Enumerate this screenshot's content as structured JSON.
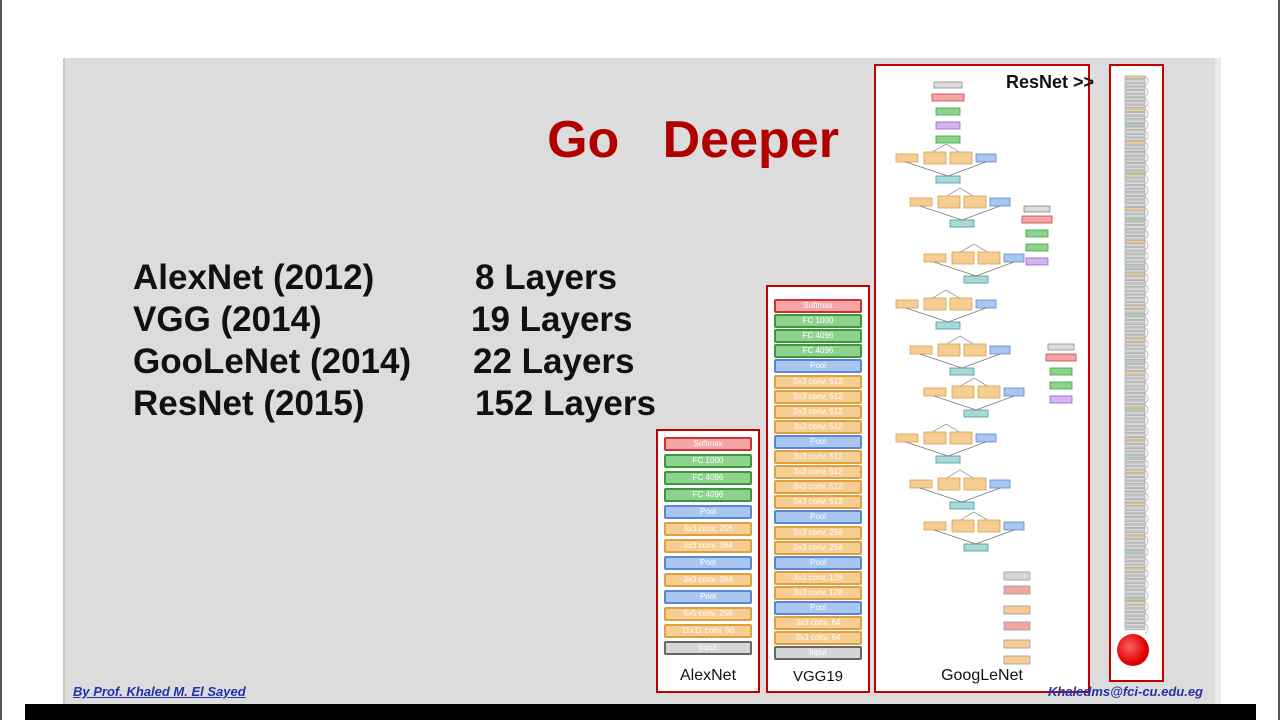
{
  "slide": {
    "title": "Go   Deeper",
    "networks": [
      {
        "name": "AlexNet (2012)",
        "layers": "8 Layers"
      },
      {
        "name": "VGG (2014)",
        "layers": "19 Layers"
      },
      {
        "name": "GooLeNet (2014)",
        "layers": "22 Layers"
      },
      {
        "name": "ResNet (2015)",
        "layers": "152 Layers"
      }
    ],
    "footer_left": "By Prof. Khaled M. El Sayed",
    "footer_right": "Khaledms@fci-cu.edu.eg"
  },
  "diagrams": {
    "alexnet": {
      "label": "AlexNet",
      "layers": [
        "Softmax",
        "FC 1000",
        "FC 4096",
        "FC 4096",
        "Pool",
        "3x3 conv, 256",
        "3x3 conv, 384",
        "Pool",
        "3x3 conv, 384",
        "Pool",
        "5x5 conv, 256",
        "11x11 conv, 96",
        "Input"
      ]
    },
    "vgg19": {
      "label": "VGG19",
      "layers": [
        "Softmax",
        "FC 1000",
        "FC 4096",
        "FC 4096",
        "Pool",
        "3x3 conv, 512",
        "3x3 conv, 512",
        "3x3 conv, 512",
        "3x3 conv, 512",
        "Pool",
        "3x3 conv, 512",
        "3x3 conv, 512",
        "3x3 conv, 512",
        "3x3 conv, 512",
        "Pool",
        "3x3 conv, 256",
        "3x3 conv, 256",
        "Pool",
        "3x3 conv, 128",
        "3x3 conv, 128",
        "Pool",
        "3x3 conv, 64",
        "3x3 conv, 64",
        "Input"
      ]
    },
    "googlenet": {
      "label": "GoogLeNet"
    },
    "resnet": {
      "label": "ResNet >>"
    }
  },
  "colors": {
    "title": "#b00000",
    "softmax": "#f4a6a6",
    "fc": "#8fd28f",
    "pool": "#a9c6f0",
    "conv": "#f6cd93",
    "input": "#d6d6d6"
  }
}
